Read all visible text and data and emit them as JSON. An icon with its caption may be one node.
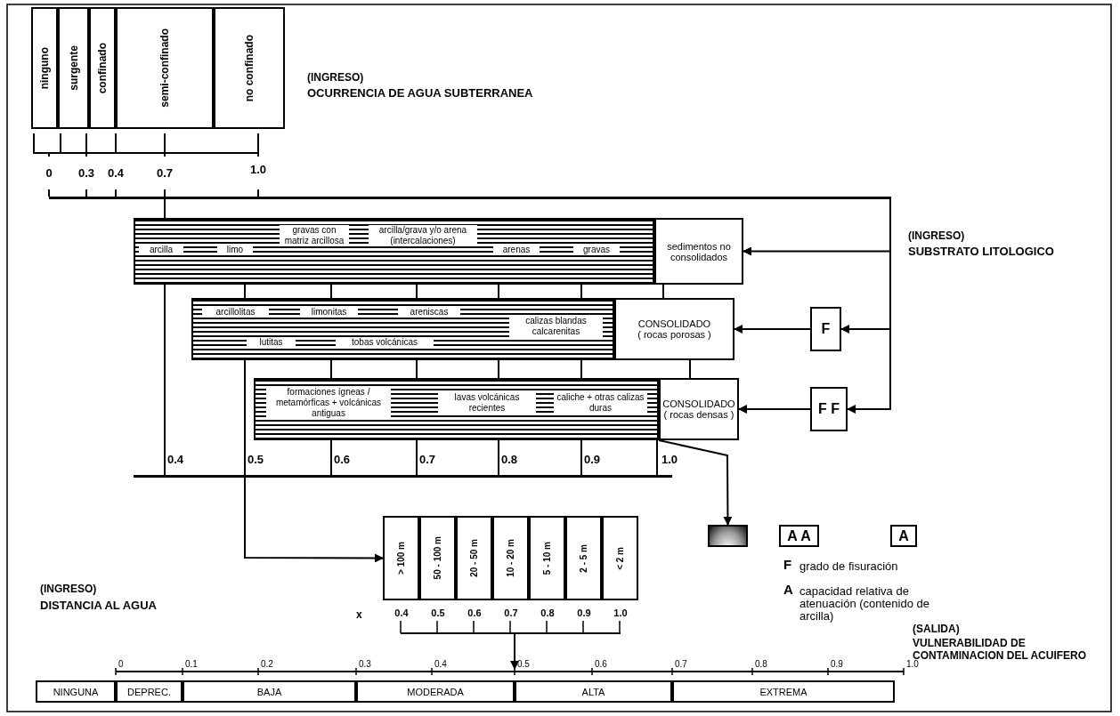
{
  "diagram": {
    "nodes": [
      {
        "text": [
          "ninguno"
        ]
      },
      {
        "text": [
          "surgente"
        ]
      },
      {
        "text": [
          "confinado"
        ]
      },
      {
        "text": [
          "semi-confinado"
        ]
      },
      {
        "text": [
          "no confinado"
        ]
      },
      {
        "text": [
          "arcilla",
          "limo",
          "gravas con matriz arcillosa",
          "arcilla/grava y/o arena (intercalaciones)",
          "arenas",
          "gravas"
        ]
      },
      {
        "text": [
          "sedimentos no consolidados"
        ]
      },
      {
        "text": [
          "arcillolitas",
          "limonitas",
          "areniscas",
          "lutitas",
          "tobas volcánicas",
          "calizas blandas calcarenitas"
        ]
      },
      {
        "text": [
          "CONSOLIDADO",
          "( rocas porosas )"
        ]
      },
      {
        "text": [
          "formaciones ígneas / metamórficas + volcánicas antiguas",
          "lavas volcánicas recientes",
          "caliche + otras calizas duras"
        ]
      },
      {
        "text": [
          "CONSOLIDADO",
          "( rocas densas )"
        ]
      },
      {
        "text": [
          "F"
        ]
      },
      {
        "text": [
          "F F"
        ]
      },
      {
        "text": [],
        "shape": "box"
      },
      {
        "text": [
          "A A"
        ]
      },
      {
        "text": [
          "A"
        ]
      },
      {
        "text": [
          "> 100 m"
        ]
      },
      {
        "text": [
          "50 - 100 m"
        ]
      },
      {
        "text": [
          "20 - 50 m"
        ]
      },
      {
        "text": [
          "10 - 20 m"
        ]
      },
      {
        "text": [
          "5 - 10 m"
        ]
      },
      {
        "text": [
          "2 - 5 m"
        ]
      },
      {
        "text": [
          "< 2 m"
        ]
      },
      {
        "text": [
          "NINGUNA"
        ]
      },
      {
        "text": [
          "DEPREC."
        ]
      },
      {
        "text": [
          "BAJA"
        ]
      },
      {
        "text": [
          "MODERADA"
        ]
      },
      {
        "text": [
          "ALTA"
        ]
      },
      {
        "text": [
          "EXTREMA"
        ]
      },
      {
        "text": [],
        "shape": "bar"
      },
      {
        "text": [],
        "shape": "bar"
      }
    ],
    "edges": [
      {
        "from": 29,
        "to": 6,
        "arrow": "to"
      },
      {
        "from": 29,
        "to": 11,
        "arrow": "to"
      },
      {
        "from": 29,
        "to": 12,
        "arrow": "to"
      },
      {
        "from": 11,
        "to": 8,
        "arrow": "to"
      },
      {
        "from": 12,
        "to": 10,
        "arrow": "to"
      },
      {
        "from": 9,
        "to": 13,
        "arrow": "to"
      },
      {
        "from": 30,
        "to": 16,
        "arrow": "to"
      },
      {
        "from": 29,
        "to": 5,
        "arrow": "none"
      },
      {
        "from": 5,
        "to": 30,
        "arrow": "none"
      },
      {
        "from": 5,
        "to": 7,
        "arrow": "none"
      },
      {
        "from": 7,
        "to": 30,
        "arrow": "none"
      },
      {
        "from": 5,
        "to": 7,
        "arrow": "none"
      },
      {
        "from": 5,
        "to": 7,
        "arrow": "none"
      },
      {
        "from": 5,
        "to": 7,
        "arrow": "none"
      },
      {
        "from": 5,
        "to": 7,
        "arrow": "none"
      },
      {
        "from": 6,
        "to": 8,
        "arrow": "none"
      },
      {
        "from": 7,
        "to": 9,
        "arrow": "none"
      },
      {
        "from": 7,
        "to": 9,
        "arrow": "none"
      },
      {
        "from": 7,
        "to": 9,
        "arrow": "none"
      },
      {
        "from": 7,
        "to": 9,
        "arrow": "none"
      },
      {
        "from": 8,
        "to": 10,
        "arrow": "none"
      },
      {
        "from": 9,
        "to": 30,
        "arrow": "none"
      },
      {
        "from": 9,
        "to": 30,
        "arrow": "none"
      },
      {
        "from": 9,
        "to": 30,
        "arrow": "none"
      },
      {
        "from": 9,
        "to": 30,
        "arrow": "none"
      },
      {
        "from": 9,
        "to": 30,
        "arrow": "none"
      }
    ],
    "labels": [
      "(INGRESO)",
      "OCURRENCIA DE AGUA SUBTERRANEA",
      "0",
      "0.3",
      "0.4",
      "0.7",
      "1.0",
      "(INGRESO)",
      "SUBSTRATO LITOLOGICO",
      "0.4",
      "0.5",
      "0.6",
      "0.7",
      "0.8",
      "0.9",
      "1.0",
      "(INGRESO)",
      "DISTANCIA AL AGUA",
      "F",
      "grado de fisuración",
      "A",
      "capacidad relativa de atenuación (contenido de arcilla)",
      "x",
      "0.4",
      "0.5",
      "0.6",
      "0.7",
      "0.8",
      "0.9",
      "1.0",
      "(SALIDA)",
      "VULNERABILIDAD DE CONTAMINACION DEL ACUIFERO",
      "0",
      "0.1",
      "0.2",
      "0.3",
      "0.4",
      "0.5",
      "0.6",
      "0.7",
      "0.8",
      "0.9",
      "1.0"
    ]
  }
}
